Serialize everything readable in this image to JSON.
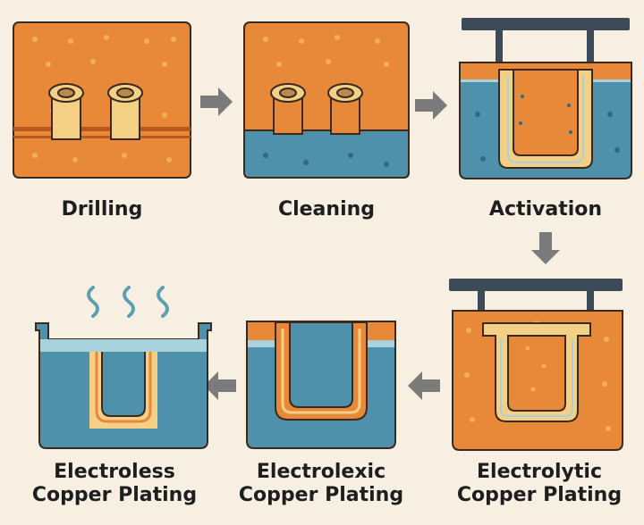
{
  "steps": [
    {
      "id": "drilling",
      "label": "Drilling"
    },
    {
      "id": "cleaning",
      "label": "Cleaning"
    },
    {
      "id": "activation",
      "label": "Activation"
    },
    {
      "id": "electrolytic",
      "label_line1": "Electrolytic",
      "label_line2": "Copper Plating"
    },
    {
      "id": "electrolexic",
      "label_line1": "Electrolexic",
      "label_line2": "Copper Plating"
    },
    {
      "id": "electroless",
      "label_line1": "Electroless",
      "label_line2": "Copper Plating"
    }
  ],
  "colors": {
    "background": "#f6efe2",
    "board_orange": "#e8893a",
    "board_dark": "#b85a1e",
    "outline": "#3a2a1e",
    "dots": "#f3b04f",
    "hole_cream": "#f4cf86",
    "liquid_blue": "#4f90aa",
    "liquid_light": "#a8d3dc",
    "bar": "#3c4b57",
    "arrow_grey": "#7b7b7b",
    "steam": "#5e9fb4"
  }
}
